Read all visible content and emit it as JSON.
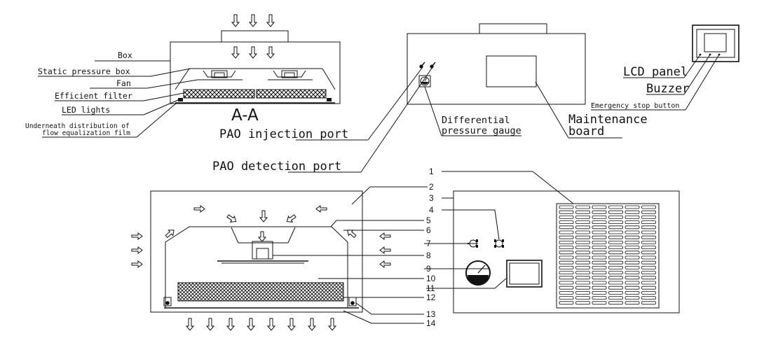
{
  "labels": {
    "box": "Box",
    "static_pressure_box": "Static pressure box",
    "fan": "Fan",
    "efficient_filter": "Efficient filter",
    "led_lights": "LED lights",
    "film_line1": "Underneath distribution of",
    "film_line2": "flow equalization film",
    "section": "A-A",
    "pao_injection": "PAO injection port",
    "pao_detection": "PAO detection port",
    "dp_line1": "Differential",
    "dp_line2": "pressure gauge",
    "mb_line1": "Maintenance",
    "mb_line2": "board",
    "lcd_panel": "LCD panel",
    "buzzer": "Buzzer",
    "emergency_stop": "Emergency stop button"
  },
  "callouts": [
    "1",
    "2",
    "3",
    "4",
    "5",
    "6",
    "7",
    "8",
    "9",
    "10",
    "11",
    "12",
    "13",
    "14"
  ]
}
